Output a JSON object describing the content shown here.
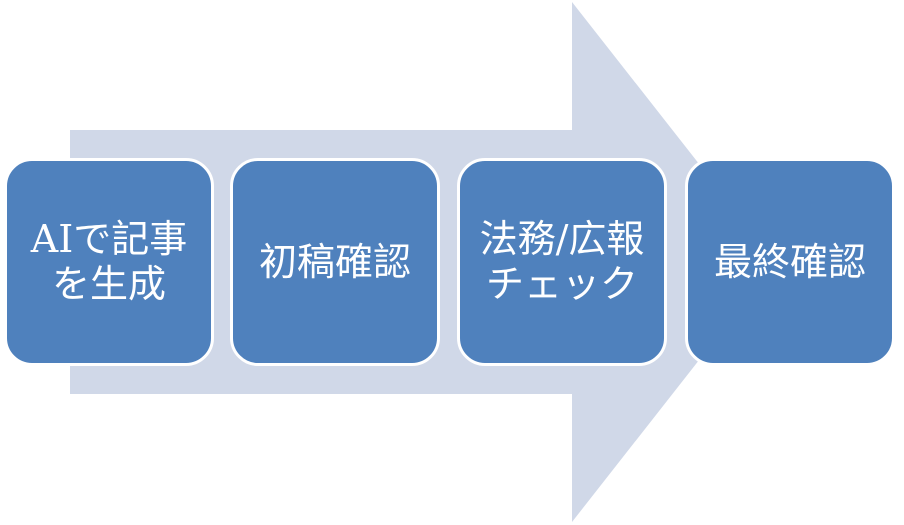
{
  "colors": {
    "arrow_fill": "#d0d8e8",
    "box_fill": "#4f81bd",
    "box_border": "#ffffff",
    "label_text": "#ffffff"
  },
  "steps": [
    {
      "label": "AIで記事を生成"
    },
    {
      "label": "初稿確認"
    },
    {
      "label": "法務/広報チェック"
    },
    {
      "label": "最終確認"
    }
  ]
}
